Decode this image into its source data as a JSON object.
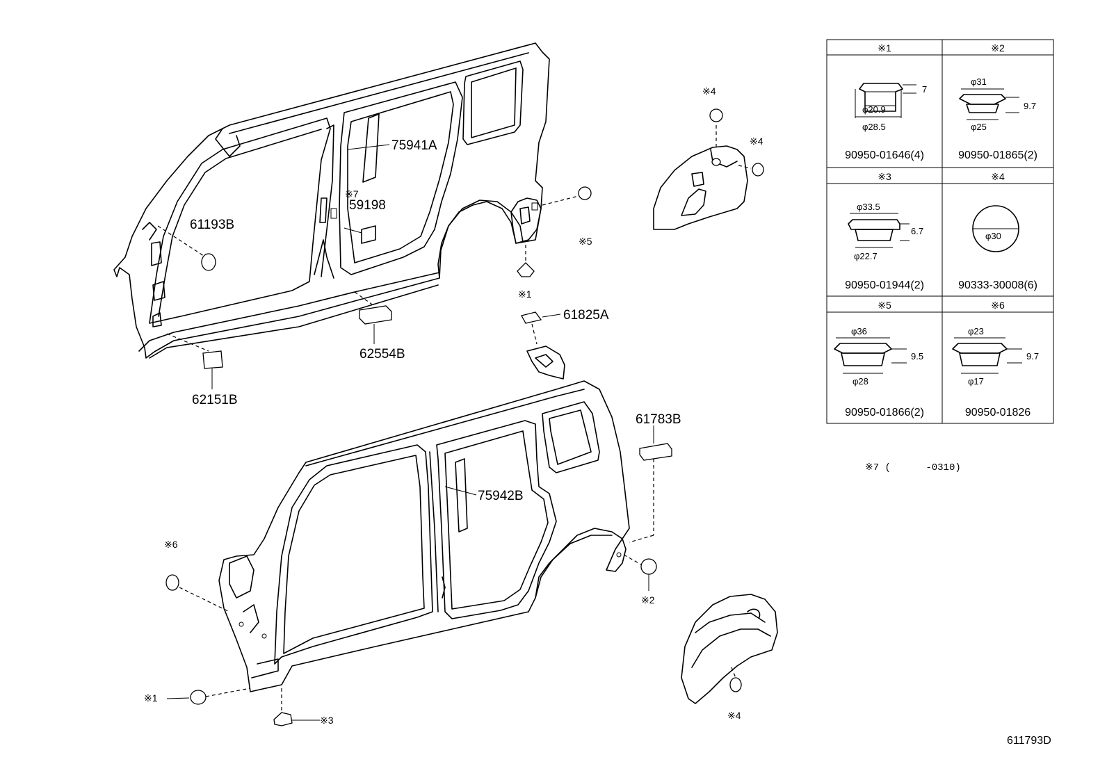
{
  "labels": {
    "p75941A": "75941A",
    "p59198": "59198",
    "p59198_note": "※7",
    "p61193B": "61193B",
    "p62151B": "62151B",
    "p62554B": "62554B",
    "p61825A": "61825A",
    "p75942B": "75942B",
    "p61783B": "61783B",
    "m1_upper": "※1",
    "m5_upper": "※5",
    "m4_top": "※4",
    "m4_right": "※4",
    "m6_lower": "※6",
    "m1_lower": "※1",
    "m3_lower": "※3",
    "m2_lower": "※2",
    "m4_lower": "※4"
  },
  "legend": {
    "cells": [
      {
        "header": "※1",
        "part_no": "90950-01646(4)",
        "dims": [
          "7",
          "φ20.9",
          "φ28.5"
        ]
      },
      {
        "header": "※2",
        "part_no": "90950-01865(2)",
        "dims": [
          "φ31",
          "9.7",
          "φ25"
        ]
      },
      {
        "header": "※3",
        "part_no": "90950-01944(2)",
        "dims": [
          "φ33.5",
          "6.7",
          "φ22.7"
        ]
      },
      {
        "header": "※4",
        "part_no": "90333-30008(6)",
        "dims": [
          "φ30"
        ]
      },
      {
        "header": "※5",
        "part_no": "90950-01866(2)",
        "dims": [
          "φ36",
          "9.5",
          "φ28"
        ]
      },
      {
        "header": "※6",
        "part_no": "90950-01826",
        "dims": [
          "φ23",
          "9.7",
          "φ17"
        ]
      }
    ]
  },
  "note7": "※7 (      -0310)",
  "diagram_id": "611793D"
}
